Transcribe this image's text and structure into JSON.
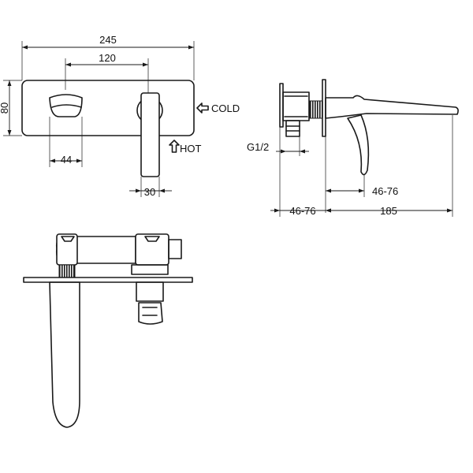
{
  "front_view": {
    "width_overall": "245",
    "center_distance": "120",
    "height_overall": "80",
    "spout_width": "44",
    "handle_width": "30",
    "cold_label": "COLD",
    "hot_label": "HOT"
  },
  "side_view": {
    "thread_label": "G1/2",
    "spout_offset": "46-76",
    "wall_depth": "46-76",
    "spout_length": "185"
  },
  "colors": {
    "line": "#1a1a1a",
    "background": "#ffffff"
  }
}
